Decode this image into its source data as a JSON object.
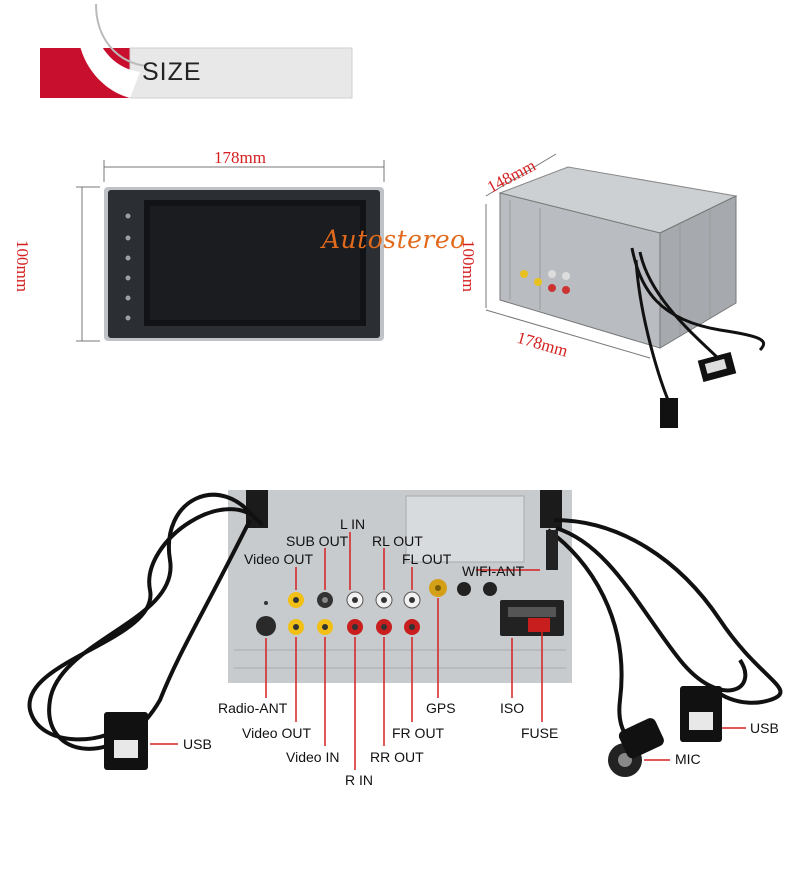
{
  "banner": {
    "title": "SIZE"
  },
  "brand": "Autostereo",
  "dimensions": {
    "front_width": "178mm",
    "front_height": "100mm",
    "side_depth": "148mm",
    "side_height": "100mm",
    "side_width": "178mm"
  },
  "connectors": {
    "l_in": "L IN",
    "sub_out": "SUB OUT",
    "rl_out": "RL OUT",
    "video_out_top": "Video OUT",
    "fl_out": "FL OUT",
    "wifi_ant": "WIFI-ANT",
    "radio_ant": "Radio-ANT",
    "gps": "GPS",
    "iso": "ISO",
    "video_out_bottom": "Video OUT",
    "fr_out": "FR OUT",
    "fuse": "FUSE",
    "video_in": "Video IN",
    "rr_out": "RR OUT",
    "r_in": "R IN",
    "usb_left": "USB",
    "usb_right": "USB",
    "mic": "MIC"
  },
  "colors": {
    "banner_red": "#c8102e",
    "dim_red": "#d62020",
    "brand_orange": "#e26a1c",
    "rca_yellow": "#f2c014",
    "rca_red": "#c81e1e",
    "rca_white": "#f2f2f2"
  }
}
